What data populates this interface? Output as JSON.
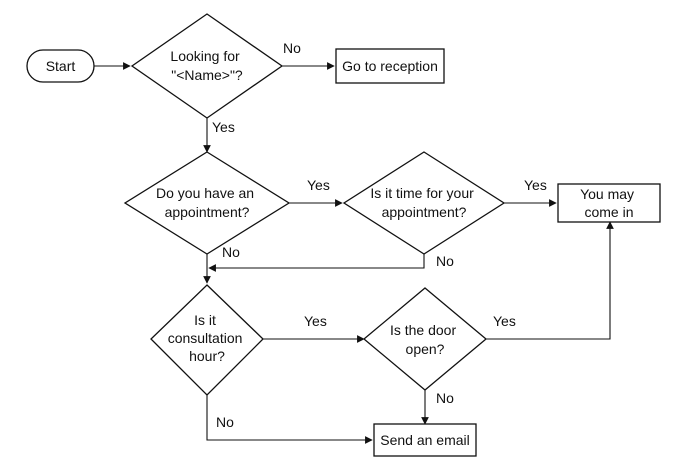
{
  "nodes": {
    "start": {
      "lines": [
        "Start"
      ]
    },
    "looking_for": {
      "lines": [
        "Looking for",
        "\"<Name>\"?"
      ]
    },
    "go_to_reception": {
      "lines": [
        "Go to reception"
      ]
    },
    "have_appointment": {
      "lines": [
        "Do you have an",
        "appointment?"
      ]
    },
    "time_for_appointment": {
      "lines": [
        "Is it time for your",
        "appointment?"
      ]
    },
    "you_may_come_in": {
      "lines": [
        "You may",
        "come in"
      ]
    },
    "consultation_hour": {
      "lines": [
        "Is it",
        "consultation",
        "hour?"
      ]
    },
    "door_open": {
      "lines": [
        "Is the door",
        "open?"
      ]
    },
    "send_email": {
      "lines": [
        "Send an email"
      ]
    }
  },
  "edge_labels": {
    "looking_no": "No",
    "looking_yes": "Yes",
    "appointment_yes": "Yes",
    "appointment_no": "No",
    "time_yes": "Yes",
    "time_no": "No",
    "consultation_yes": "Yes",
    "consultation_no": "No",
    "door_yes": "Yes",
    "door_no": "No"
  },
  "colors": {
    "stroke": "#111111",
    "fill": "#ffffff",
    "text": "#111111"
  }
}
